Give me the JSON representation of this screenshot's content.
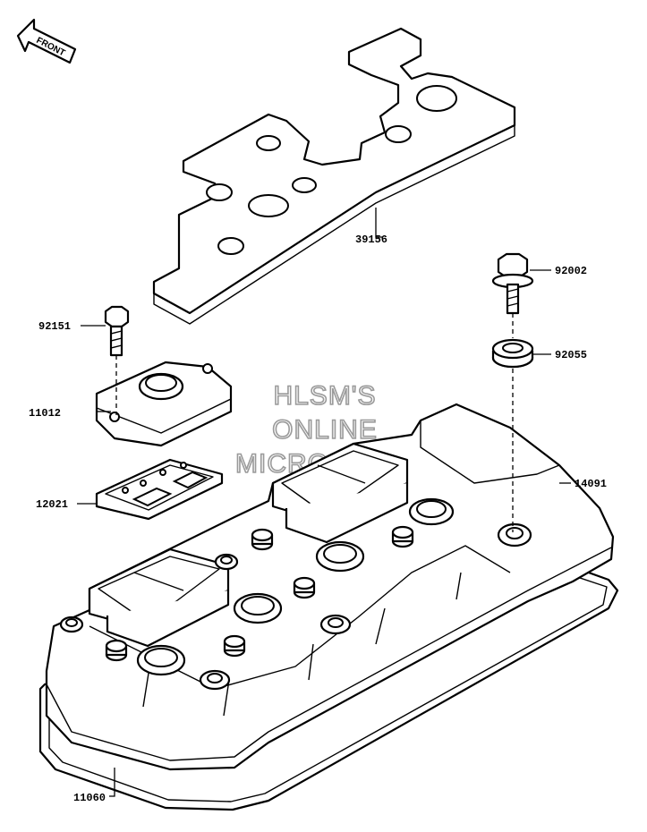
{
  "front_arrow": {
    "label": "FRONT"
  },
  "watermark": {
    "line1": "HLSM'S",
    "line2": "ONLINE",
    "line3": "MICROFICHE"
  },
  "parts": [
    {
      "number": "39156"
    },
    {
      "number": "92002"
    },
    {
      "number": "92151"
    },
    {
      "number": "92055"
    },
    {
      "number": "11012"
    },
    {
      "number": "12021"
    },
    {
      "number": "14091"
    },
    {
      "number": "11060"
    }
  ]
}
